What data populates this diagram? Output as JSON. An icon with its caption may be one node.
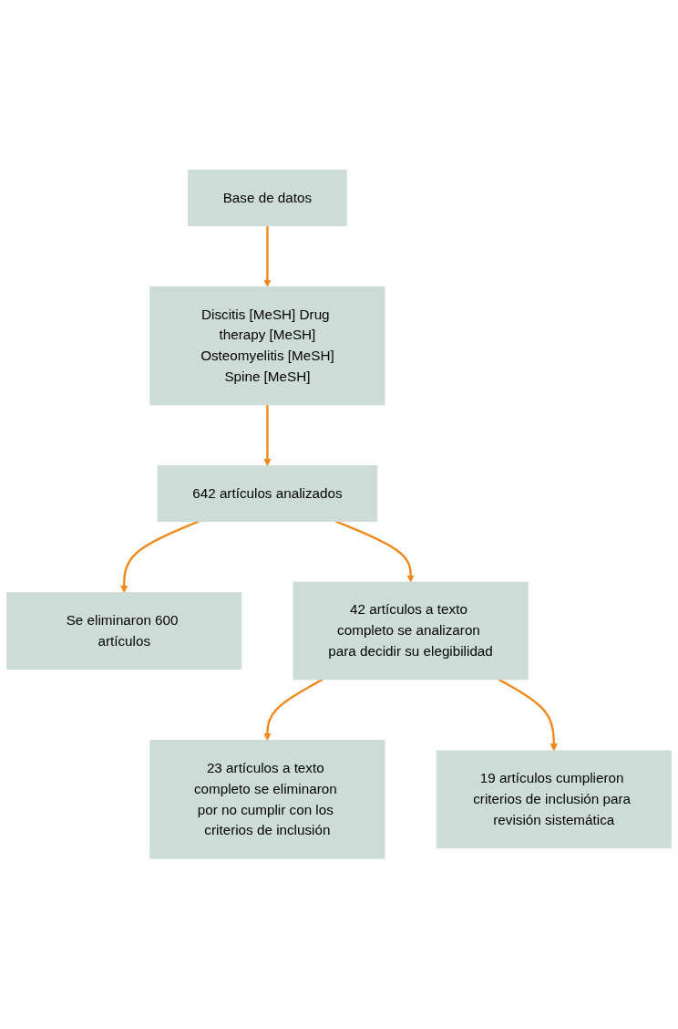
{
  "diagram": {
    "nodes": [
      {
        "text": [
          "Base de datos"
        ]
      },
      {
        "text": [
          "Discitis [MeSH] Drug therapy [MeSH]",
          "Osteomyelitis [MeSH]",
          "Spine [MeSH]"
        ]
      },
      {
        "text": [
          "642 artículos analizados"
        ]
      },
      {
        "text": [
          "Se eliminaron 600 artículos"
        ]
      },
      {
        "text": [
          "42 artículos a texto completo se analizaron para decidir su elegibilidad"
        ]
      },
      {
        "text": [
          "23 artículos a texto completo se eliminaron por no cumplir con los criterios de inclusión"
        ]
      },
      {
        "text": [
          "19 artículos cumplieron criterios de inclusión para revisión sistemática"
        ]
      }
    ],
    "edges": [
      {
        "from": 0,
        "to": 1,
        "arrow": "to"
      },
      {
        "from": 1,
        "to": 2,
        "arrow": "to"
      },
      {
        "from": 2,
        "to": 3,
        "arrow": "to"
      },
      {
        "from": 2,
        "to": 4,
        "arrow": "to"
      },
      {
        "from": 4,
        "to": 5,
        "arrow": "to"
      },
      {
        "from": 4,
        "to": 6,
        "arrow": "to"
      }
    ]
  }
}
